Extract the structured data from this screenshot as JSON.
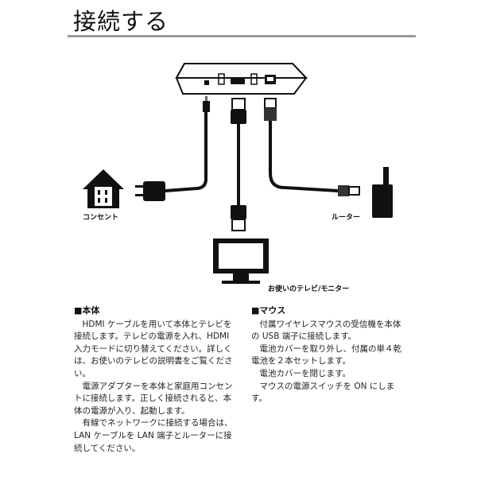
{
  "title": "接続する",
  "labels": {
    "outlet": "コンセント",
    "router": "ルーター",
    "monitor": "お使いのテレビ/モニター"
  },
  "sections": {
    "main": {
      "heading": "■本体",
      "paragraphs": [
        "HDMI ケーブルを用いて本体とテレビを接続します。テレビの電源を入れ、HDMI 入力モードに切り替えてください。詳しくは、お使いのテレビの説明書をご覧ください。",
        "電源アダプターを本体と家庭用コンセントに接続します。正しく接続されると、本体の電源が入り、起動します。",
        "有線でネットワークに接続する場合は、LAN ケーブルを LAN 端子とルーターに接続してください。"
      ]
    },
    "mouse": {
      "heading": "■マウス",
      "paragraphs": [
        "付属ワイヤレスマウスの受信機を本体の USB 端子に接続します。",
        "電池カバーを取り外し、付属の単４乾電池を２本セットします。",
        "電池カバーを閉じます。",
        "マウスの電源スイッチを ON にします。"
      ]
    }
  }
}
